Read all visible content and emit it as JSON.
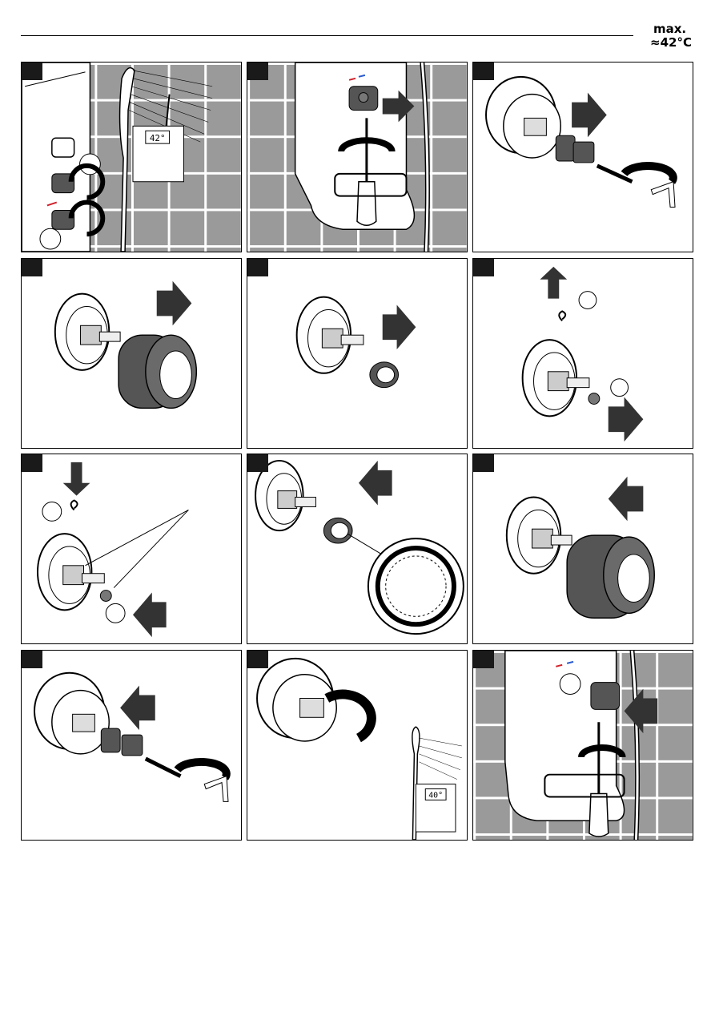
{
  "header": {
    "max_label": "max.",
    "temp_label": "≈42°C"
  },
  "steps": [
    {
      "id": 1,
      "number": "",
      "display_temp": "42°"
    },
    {
      "id": 2,
      "number": ""
    },
    {
      "id": 3,
      "number": ""
    },
    {
      "id": 4,
      "number": ""
    },
    {
      "id": 5,
      "number": ""
    },
    {
      "id": 6,
      "number": ""
    },
    {
      "id": 7,
      "number": ""
    },
    {
      "id": 8,
      "number": ""
    },
    {
      "id": 9,
      "number": ""
    },
    {
      "id": 10,
      "number": ""
    },
    {
      "id": 11,
      "number": "",
      "display_temp": "40°"
    },
    {
      "id": 12,
      "number": ""
    }
  ],
  "colors": {
    "tile": "#9a9a9a",
    "tile_grout": "#ffffff",
    "part_dark": "#555555",
    "hot_mark": "#d0202a",
    "cold_mark": "#2a5bd0"
  }
}
